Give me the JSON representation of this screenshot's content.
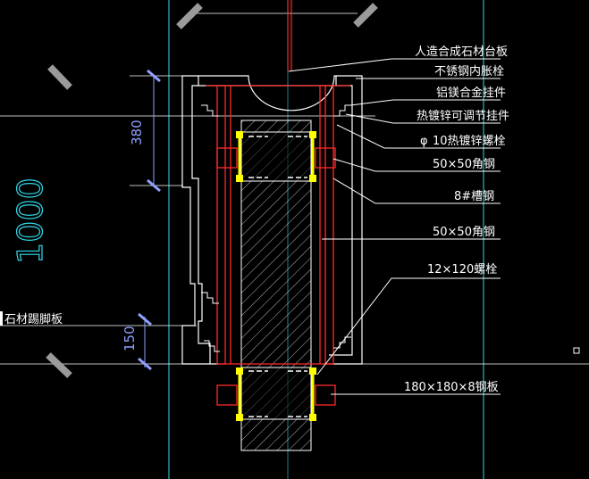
{
  "drawing": {
    "colors": {
      "background": "#000000",
      "axis": "#2fd8e8",
      "wall": "#ffffff",
      "steel": "#ff2a2a",
      "bolt": "#ffff00",
      "dimension": "#8fa0ff",
      "leader": "#ffffff",
      "hatch": "#ffffff"
    },
    "dimensions": {
      "overall": "1000",
      "upper": "380",
      "lower": "150"
    },
    "side_label": "石材踢脚板",
    "callouts": [
      "人造合成石材台板",
      "不锈钢内胀栓",
      "铝镁合金挂件",
      "热镀锌可调节挂件",
      "10热镀锌螺栓",
      "50×50角钢",
      "8#槽钢",
      "50×50角钢",
      "12×120螺栓",
      "180×180×8钢板"
    ],
    "diameter_symbol": "φ"
  }
}
